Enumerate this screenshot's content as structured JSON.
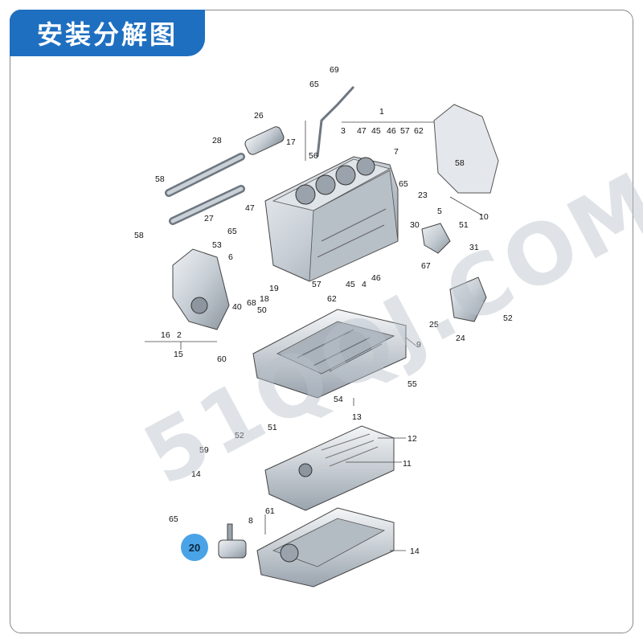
{
  "banner": {
    "title": "安装分解图"
  },
  "watermark": {
    "text": "51QQJ.COM"
  },
  "callout": {
    "label": "20"
  },
  "part_labels": [
    "69",
    "65",
    "26",
    "1",
    "3",
    "47",
    "45",
    "46",
    "57",
    "62",
    "17",
    "28",
    "7",
    "56",
    "58",
    "65",
    "58",
    "23",
    "5",
    "10",
    "27",
    "47",
    "65",
    "58",
    "53",
    "30",
    "51",
    "31",
    "6",
    "67",
    "19",
    "57",
    "45",
    "4",
    "46",
    "18",
    "40",
    "68",
    "62",
    "50",
    "16",
    "2",
    "15",
    "60",
    "25",
    "52",
    "24",
    "9",
    "55",
    "54",
    "13",
    "52",
    "51",
    "12",
    "59",
    "11",
    "14",
    "61",
    "65",
    "8",
    "14"
  ]
}
